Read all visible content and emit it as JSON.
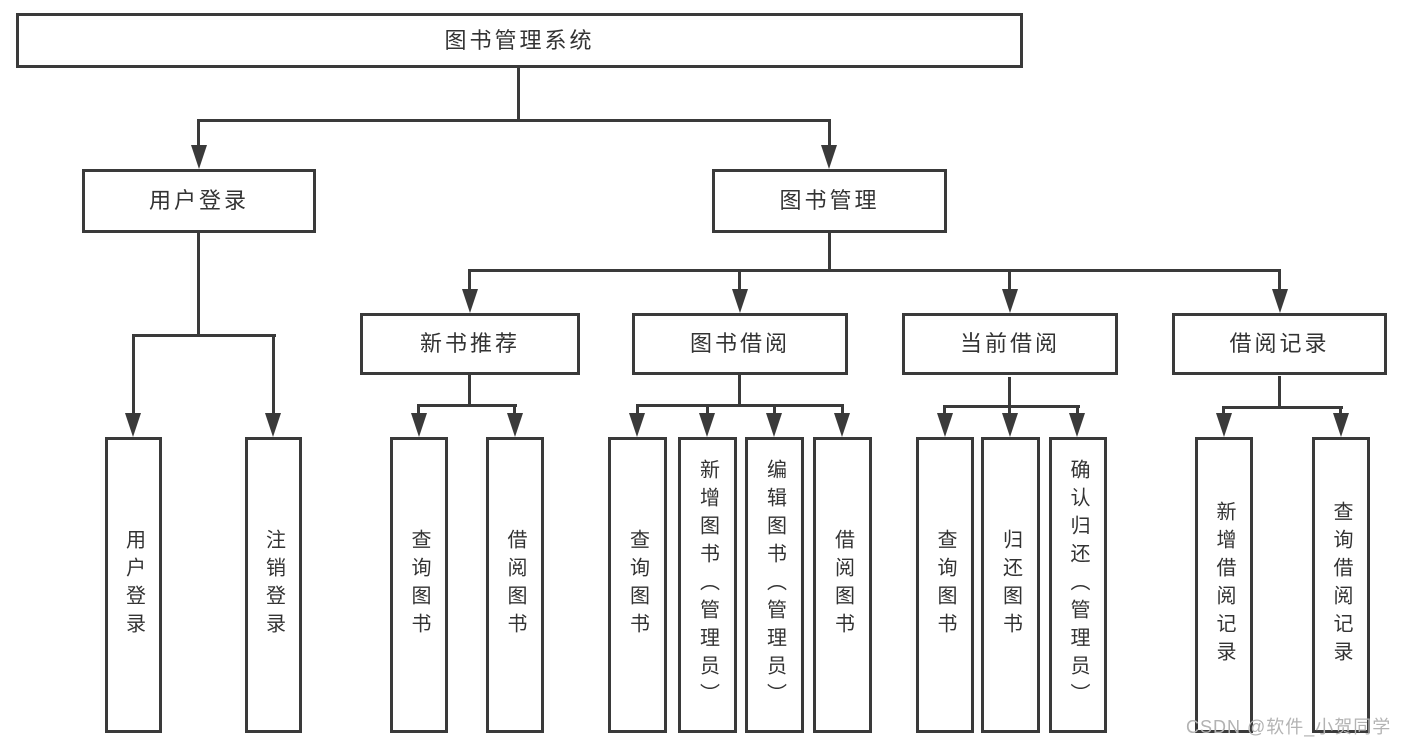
{
  "diagram": {
    "title": "图书管理系统",
    "level2": [
      {
        "label": "用户登录"
      },
      {
        "label": "图书管理"
      }
    ],
    "level3": [
      {
        "label": "新书推荐",
        "parent": "图书管理"
      },
      {
        "label": "图书借阅",
        "parent": "图书管理"
      },
      {
        "label": "当前借阅",
        "parent": "图书管理"
      },
      {
        "label": "借阅记录",
        "parent": "图书管理"
      }
    ],
    "level4": [
      {
        "label": "用户登录",
        "parent": "用户登录"
      },
      {
        "label": "注销登录",
        "parent": "用户登录"
      },
      {
        "label": "查询图书",
        "parent": "新书推荐"
      },
      {
        "label": "借阅图书",
        "parent": "新书推荐"
      },
      {
        "label": "查询图书",
        "parent": "图书借阅"
      },
      {
        "label": "新增图书（管理员）",
        "parent": "图书借阅"
      },
      {
        "label": "编辑图书（管理员）",
        "parent": "图书借阅"
      },
      {
        "label": "借阅图书",
        "parent": "图书借阅"
      },
      {
        "label": "查询图书",
        "parent": "当前借阅"
      },
      {
        "label": "归还图书",
        "parent": "当前借阅"
      },
      {
        "label": "确认归还（管理员）",
        "parent": "当前借阅"
      },
      {
        "label": "新增借阅记录",
        "parent": "借阅记录"
      },
      {
        "label": "查询借阅记录",
        "parent": "借阅记录"
      }
    ],
    "colors": {
      "line": "#3a3a3a",
      "text": "#333333",
      "background": "#ffffff",
      "watermark": "#b3b3b3"
    }
  },
  "watermark": {
    "text": "CSDN @软件_小贺同学"
  }
}
